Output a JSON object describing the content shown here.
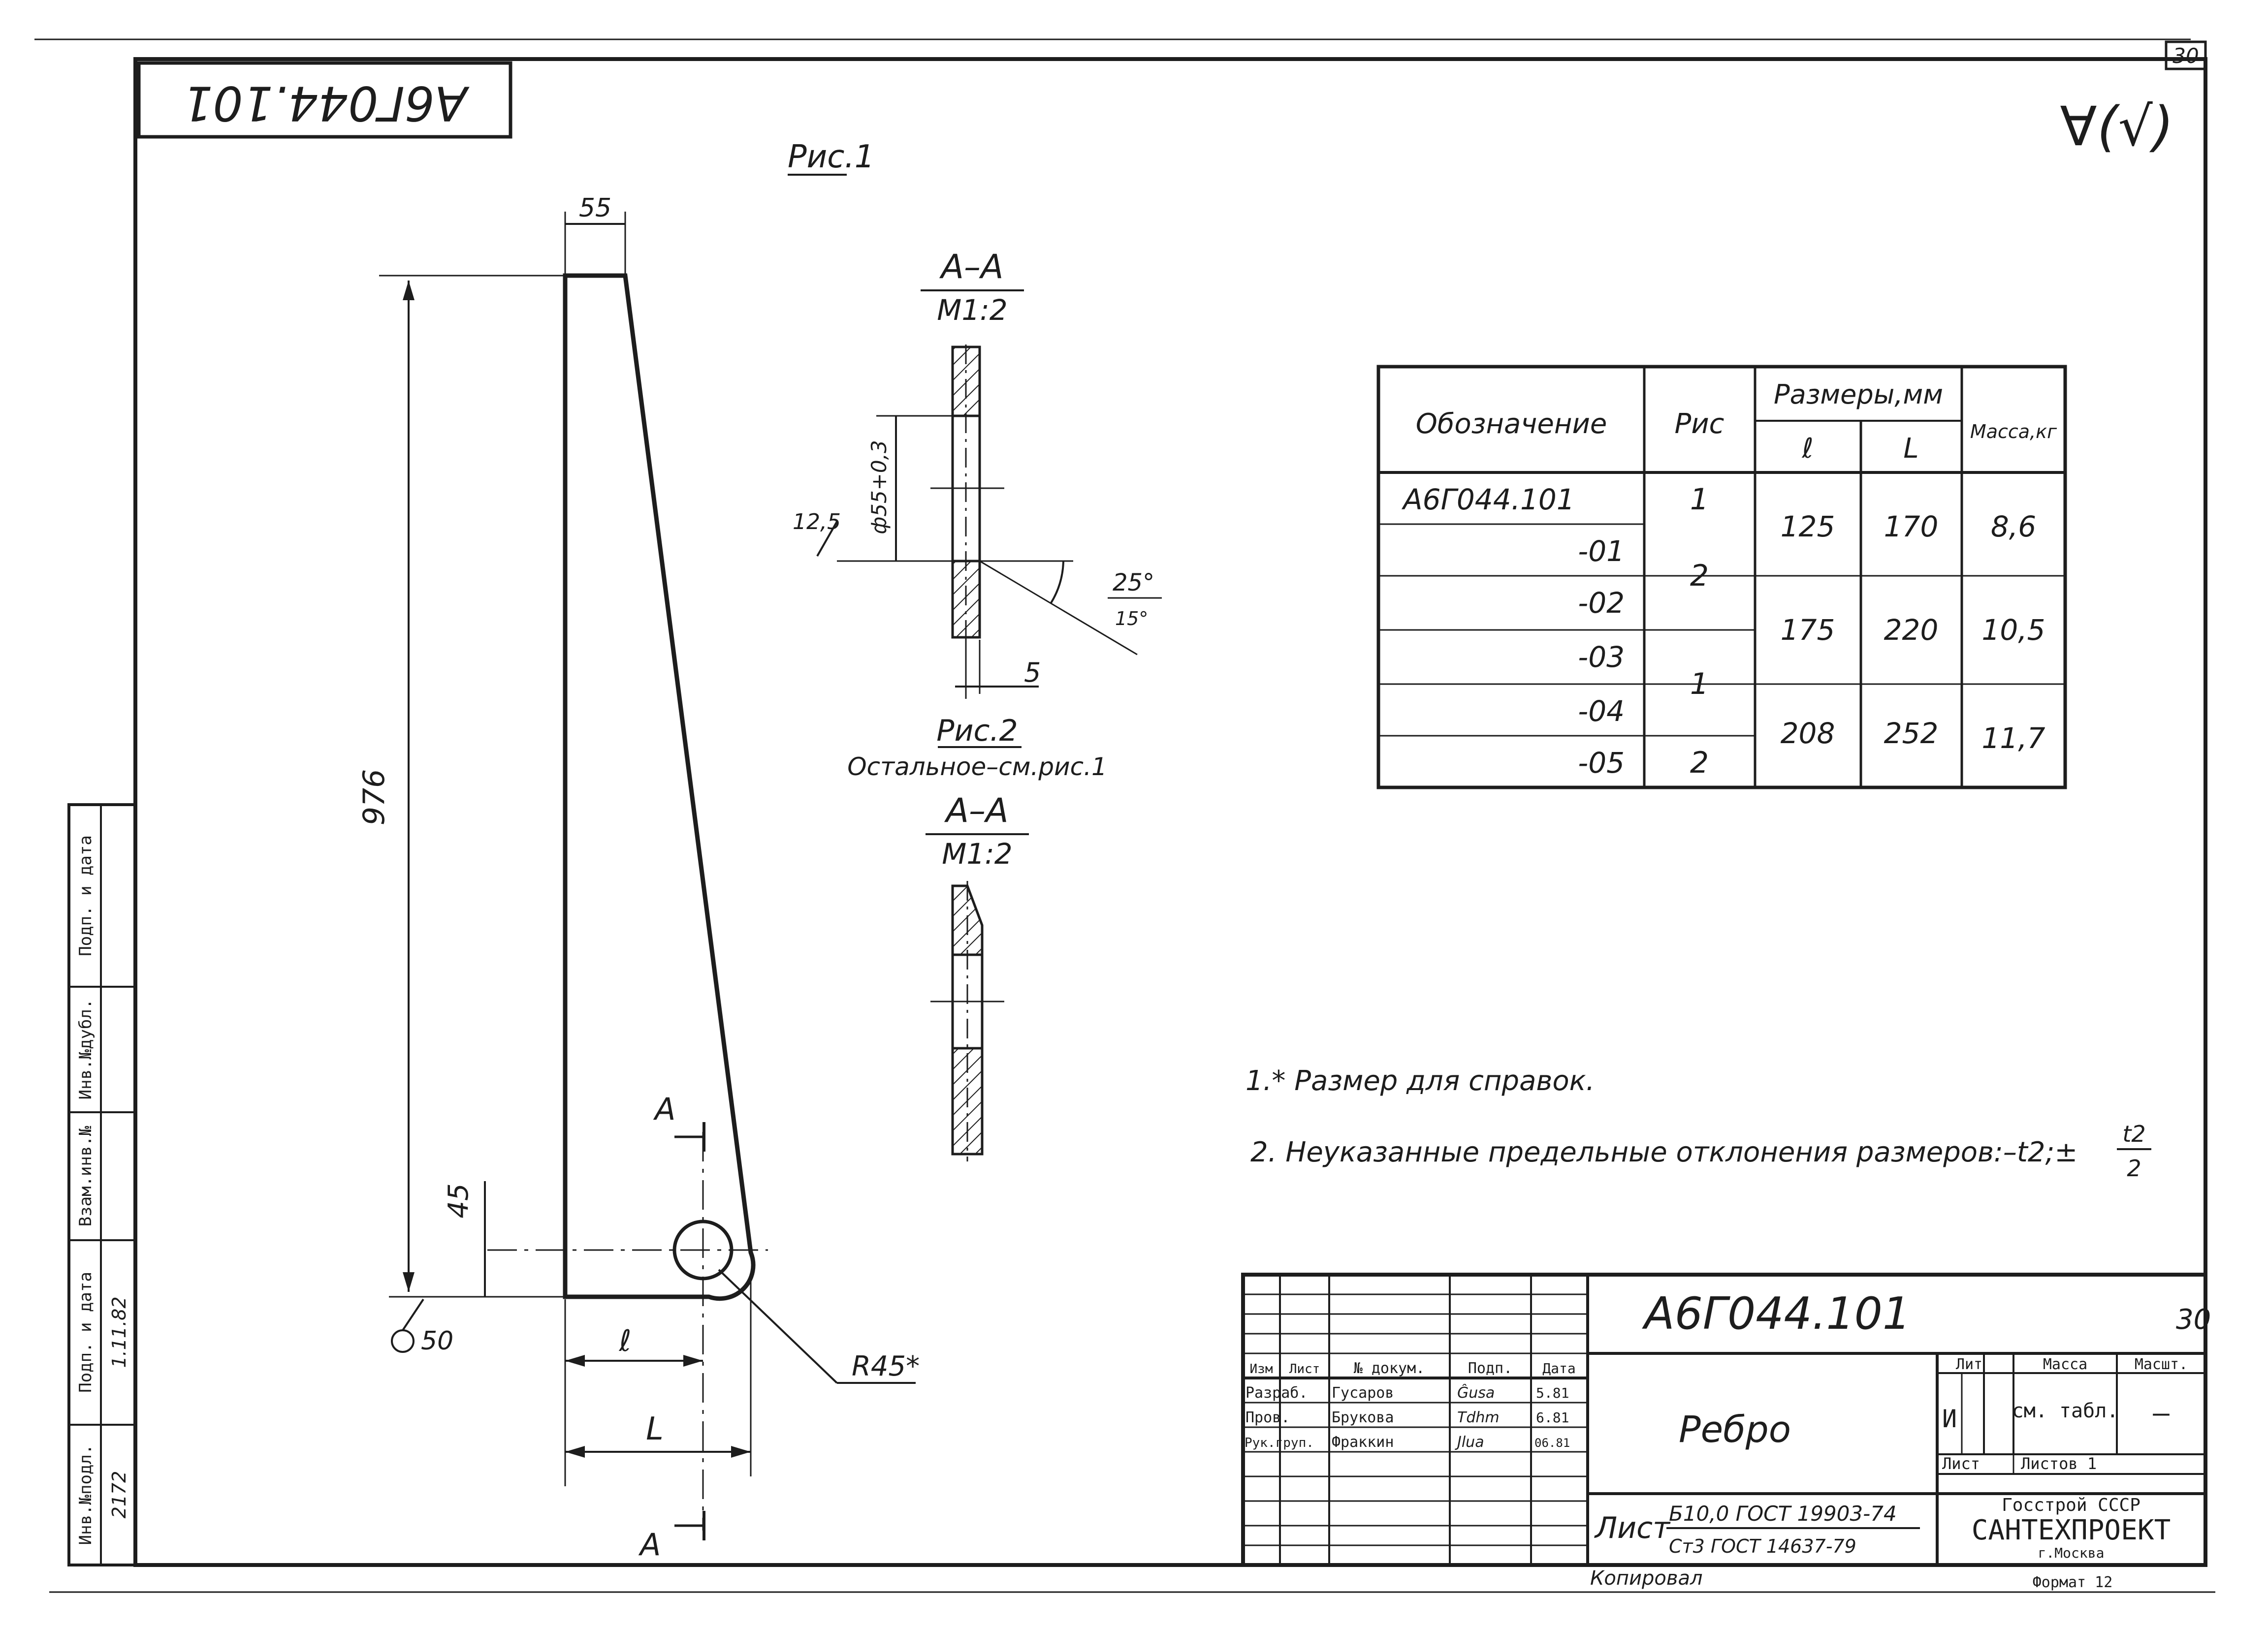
{
  "sheet_number": "30",
  "stamp_code_top": "А6Г044.101",
  "roughness_mark": "∀(√)",
  "fig1": {
    "title": "Рис.1",
    "dim_top": "55",
    "dim_height": "976",
    "dim_45": "45",
    "dim_l_small": "ℓ",
    "dim_L": "L",
    "radius": "R45*",
    "roughness_50": "50",
    "section_letter": "A"
  },
  "section_top": {
    "label": "A–A",
    "scale": "M1:2",
    "dim_dia": "ф55+0,3",
    "dim_12_5": "12,5",
    "angle1": "25°",
    "angle2": "15°",
    "dim_5": "5"
  },
  "fig2": {
    "title": "Рис.2",
    "note": "Остальное–см.рис.1",
    "label": "A–A",
    "scale": "M1:2"
  },
  "spec_table": {
    "headers": {
      "designation": "Обозначение",
      "fig": "Рис",
      "sizes": "Размеры,мм",
      "l": "ℓ",
      "L": "L",
      "mass": "Масса,кг"
    },
    "rows": [
      {
        "designation": "А6Г044.101"
      },
      {
        "designation": "-01"
      },
      {
        "designation": "-02"
      },
      {
        "designation": "-03"
      },
      {
        "designation": "-04"
      },
      {
        "designation": "-05"
      }
    ],
    "fig_groups": [
      "1",
      "2",
      "1",
      "2"
    ],
    "size_groups": [
      {
        "l": "125",
        "L": "170",
        "mass": "8,6"
      },
      {
        "l": "175",
        "L": "220",
        "mass": "10,5"
      },
      {
        "l": "208",
        "L": "252",
        "mass": "11,7"
      }
    ]
  },
  "notes": {
    "n1": "1.* Размер для справок.",
    "n2_main": "2. Неуказанные предельные отклонения размеров:–t2;±",
    "n2_num": "t2",
    "n2_den": "2"
  },
  "title_block": {
    "code": "А6Г044.101",
    "sheet_mark": "30",
    "name": "Ребро",
    "col_lit": "Лит",
    "col_mass": "Масса",
    "col_scale": "Масшт.",
    "mass_value": "см. табл.",
    "scale_value": "—",
    "lit_value": "И",
    "sheet_label": "Лист",
    "sheets_label": "Листов 1",
    "header_row": [
      "Изм",
      "Лист",
      "№ докум.",
      "Подп.",
      "Дата"
    ],
    "rows": [
      {
        "role": "Разраб.",
        "name": "Гусаров",
        "sign": "Ĝusa",
        "date": "5.81"
      },
      {
        "role": "Пров.",
        "name": "Брукова",
        "sign": "Tdhm",
        "date": "6.81"
      },
      {
        "role": "Рук.груп.",
        "name": "Фраккин",
        "sign": "Jlua",
        "date": "06.81"
      }
    ],
    "material_label": "Лист",
    "material_1": "Б10,0 ГОСТ 19903-74",
    "material_2": "Ст3 ГОСТ 14637-79",
    "org_1": "Госстрой СССР",
    "org_2": "САНТЕХПРОЕКТ",
    "org_3": "г.Москва",
    "format": "Формат 12",
    "bottom_note": "Копировал"
  },
  "side_stamp": {
    "labels": [
      "Инв.№подл.",
      "Подп. и дата",
      "Взам.инв.№",
      "Инв.№дубл.",
      "Подп. и дата"
    ],
    "inv": "2172",
    "sign_date": "1.11.82"
  }
}
